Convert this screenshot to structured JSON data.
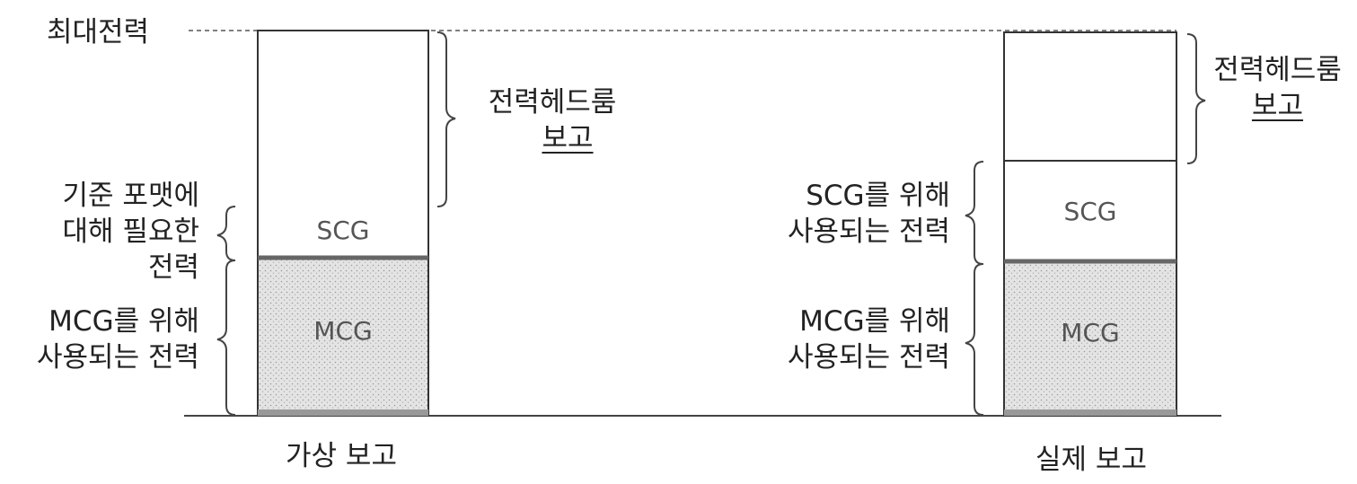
{
  "max_power_label": "최대전력",
  "left_bar": {
    "caption": "가상 보고",
    "segments": [
      "SCG",
      "MCG"
    ],
    "headroom_label": [
      "전력헤드룸",
      "보고"
    ],
    "reference_label": [
      "기준 포맷에",
      "대해 필요한",
      "전력"
    ],
    "mcg_label": [
      "MCG를 위해",
      "사용되는 전력"
    ]
  },
  "right_bar": {
    "caption": "실제 보고",
    "segments": [
      "SCG",
      "MCG"
    ],
    "headroom_label": [
      "전력헤드룸",
      "보고"
    ],
    "scg_label": [
      "SCG를 위해",
      "사용되는 전력"
    ],
    "mcg_label": [
      "MCG를 위해",
      "사용되는 전력"
    ]
  },
  "colors": {
    "line": "#333333",
    "mcg_fill": "#d9d9d9",
    "background": "#ffffff"
  }
}
